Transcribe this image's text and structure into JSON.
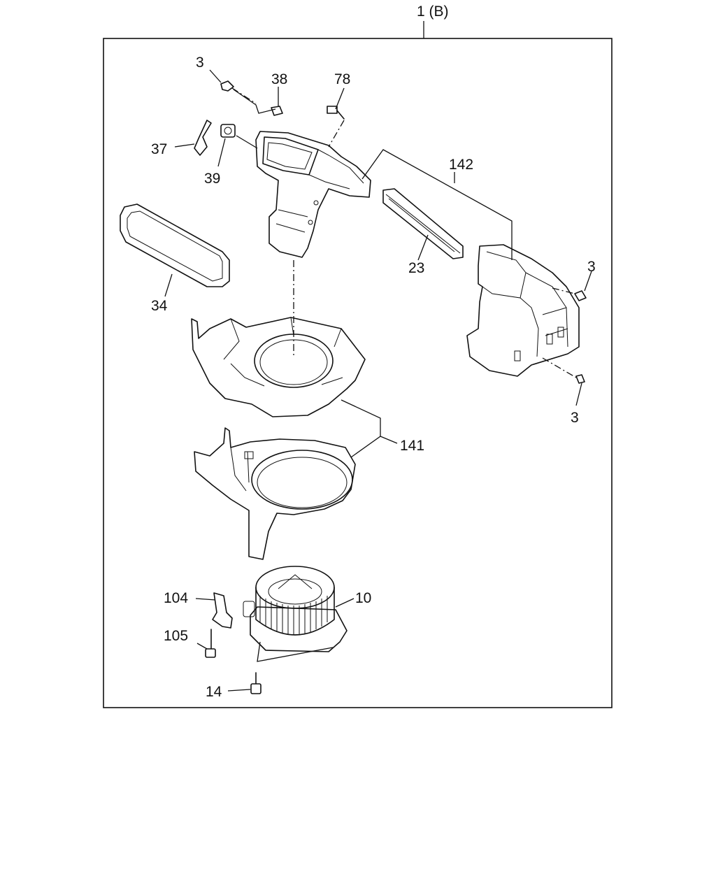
{
  "assembly": {
    "label": "1 (B)"
  },
  "callouts": {
    "c3a": "3",
    "c38": "38",
    "c78": "78",
    "c37": "37",
    "c39": "39",
    "c142": "142",
    "c34": "34",
    "c23": "23",
    "c3b": "3",
    "c3c": "3",
    "c141": "141",
    "c104": "104",
    "c10": "10",
    "c105": "105",
    "c14": "14"
  }
}
